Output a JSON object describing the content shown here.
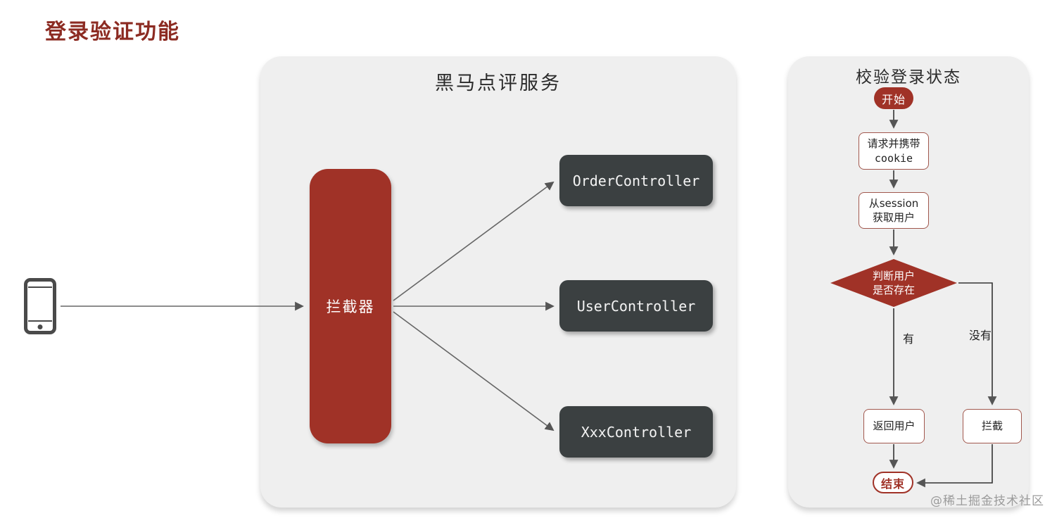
{
  "page": {
    "title": "登录验证功能",
    "watermark": "@稀土掘金技术社区"
  },
  "colors": {
    "accent_red": "#A03227",
    "title_red": "#8C2B22",
    "dark_box": "#3B4041",
    "panel_bg": "#EFEFEF",
    "arrow": "#555555"
  },
  "service_panel": {
    "title": "黑马点评服务",
    "interceptor_label": "拦截器",
    "controllers": [
      "OrderController",
      "UserController",
      "XxxController"
    ]
  },
  "flow_panel": {
    "title": "校验登录状态",
    "start_label": "开始",
    "step1_line1": "请求并携带",
    "step1_line2": "cookie",
    "step2_line1": "从session",
    "step2_line2": "获取用户",
    "decision_line1": "判断用户",
    "decision_line2": "是否存在",
    "yes_label": "有",
    "no_label": "没有",
    "return_user_label": "返回用户",
    "intercept_label": "拦截",
    "end_label": "结束"
  },
  "icons": {
    "phone": "phone-icon"
  }
}
